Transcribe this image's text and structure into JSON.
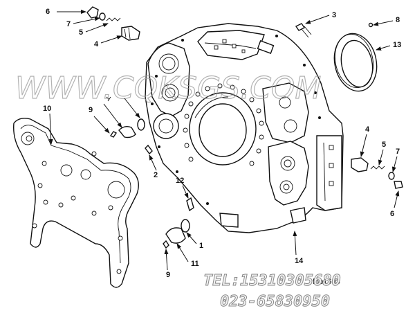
{
  "callouts": {
    "c6a": "6",
    "c7a": "7",
    "c5a": "5",
    "c4a": "4",
    "c3": "3",
    "c8": "8",
    "c13": "13",
    "c10": "10",
    "c9a": "9",
    "c2": "2",
    "c12": "12",
    "c1": "1",
    "c11": "11",
    "c9b": "9",
    "c14": "14",
    "c4b": "4",
    "c5b": "5",
    "c7b": "7",
    "c6b": "6"
  },
  "watermark": {
    "text": "WWW.CQKSGS.COM"
  },
  "contact": {
    "tel": "TEL:15310305680",
    "phone2": "023-65830950"
  },
  "figure_id": "fhb1603"
}
